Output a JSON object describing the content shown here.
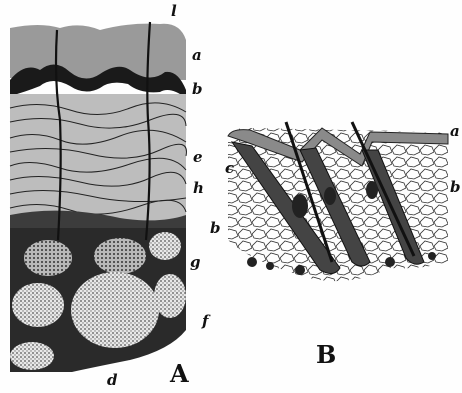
{
  "figure": {
    "panel_a": {
      "caption": "A",
      "labels": {
        "l": "l",
        "a": "a",
        "b": "b",
        "e": "e",
        "h": "h",
        "g": "g",
        "f": "f",
        "d": "d"
      }
    },
    "panel_b": {
      "caption": "B",
      "labels": {
        "a": "a",
        "c": "c",
        "b_right": "b",
        "b_left": "b"
      }
    }
  }
}
